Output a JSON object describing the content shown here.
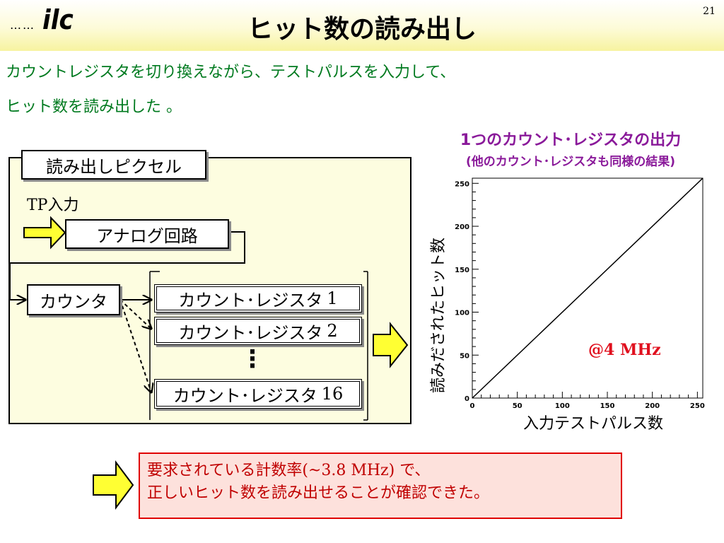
{
  "header": {
    "logo_dots": "……",
    "logo_text": "ilc",
    "title": "ヒット数の読み出し",
    "page_number": "21"
  },
  "intro": {
    "line1": "カウントレジスタを切り換えながら、テストパルスを入力して、",
    "line2": "ヒット数を読み出した 。"
  },
  "diagram": {
    "pixel_label": "読み出しピクセル",
    "tp_prefix": "TP",
    "tp_suffix": "入力",
    "analog_label": "アナログ回路",
    "counter_label": "カウンタ",
    "register_label": "カウント･レジスタ",
    "registers": [
      {
        "text": "カウント･レジスタ",
        "num": "1"
      },
      {
        "text": "カウント･レジスタ",
        "num": "2"
      },
      {
        "text": "カウント･レジスタ",
        "num": "16"
      }
    ],
    "ellipsis": "⋮"
  },
  "chart_titles": {
    "line1": "1つのカウント･レジスタの出力",
    "line2": "(他のカウント･レジスタも同様の結果)"
  },
  "chart_data": {
    "type": "line",
    "title": "",
    "xlabel": "入力テストパルス数",
    "ylabel": "読みだされたヒット数",
    "xlim": [
      0,
      256
    ],
    "ylim": [
      0,
      256
    ],
    "x_ticks": [
      0,
      50,
      100,
      150,
      200,
      250
    ],
    "y_ticks": [
      0,
      50,
      100,
      150,
      200,
      250
    ],
    "series": [
      {
        "x": [
          0,
          256
        ],
        "y": [
          0,
          256
        ]
      }
    ],
    "annotation": "@4 MHz"
  },
  "conclusion": {
    "line1_a": "要求されている計数率",
    "line1_b": "(~3.8 MHz)",
    "line1_c": " で、",
    "line2": "正しいヒット数を読み出せることが確認できた。"
  },
  "colors": {
    "green_text": "#007a1f",
    "purple_title": "#8a1a9a",
    "annotation_red": "#e0101e",
    "conclusion_bg": "#fde1dc",
    "conclusion_border": "#e00000",
    "arrow_fill": "#ffff33",
    "diagram_bg": "#fdfde0"
  }
}
